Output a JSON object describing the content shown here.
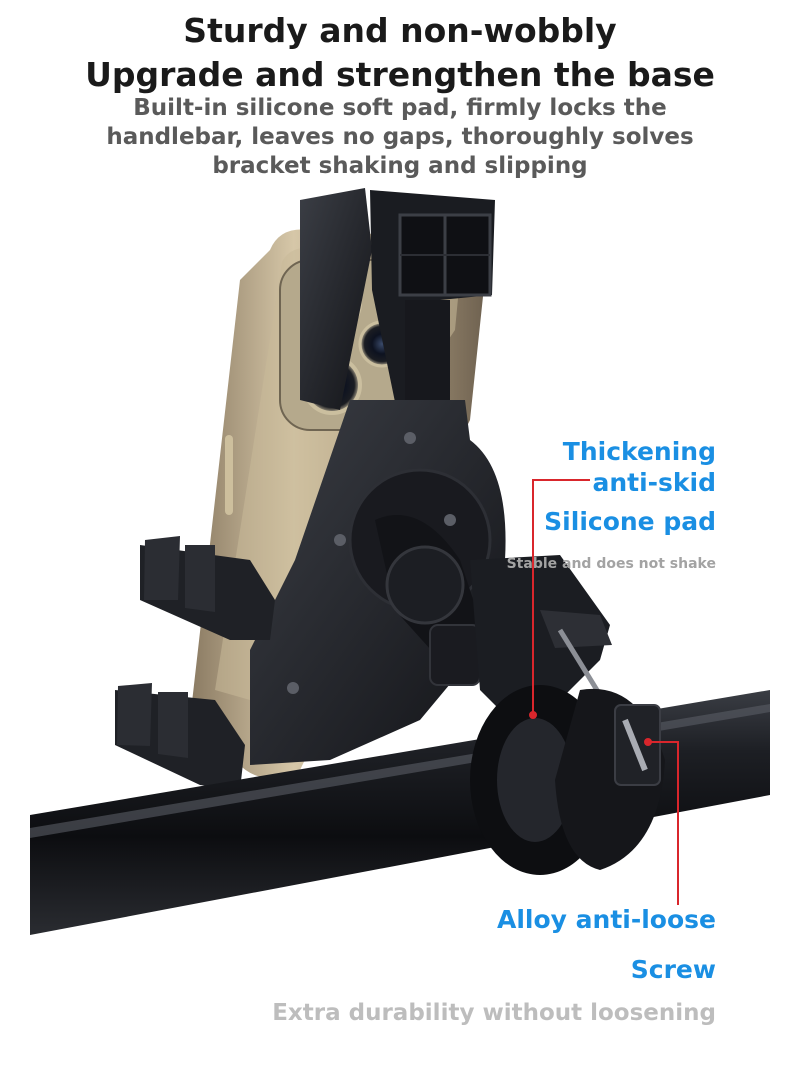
{
  "headline": {
    "line1": "Sturdy and non-wobbly",
    "line2": "Upgrade and strengthen the base",
    "sub": "Built-in silicone soft pad, firmly locks the handlebar, leaves no gaps, thoroughly solves bracket shaking and slipping"
  },
  "callouts": {
    "pad_line1": "Thickening",
    "pad_line2": "anti-skid",
    "pad_title": "Silicone pad",
    "pad_note": "Stable and does not shake",
    "screw_line1": "Alloy anti-loose",
    "screw_title": "Screw",
    "screw_note": "Extra durability without loosening"
  },
  "colors": {
    "accent_blue": "#1a8fe3",
    "leader_red": "#d9262c",
    "headline": "#1a1a1a",
    "note_gray": "#a3a3a3"
  }
}
